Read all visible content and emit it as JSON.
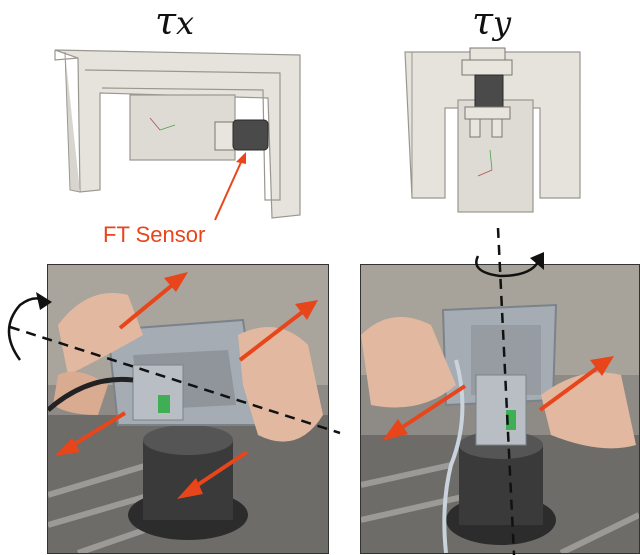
{
  "title_left_base": "τ",
  "title_left_sub": "x",
  "title_right_base": "τ",
  "title_right_sub": "y",
  "sensor_label": "FT Sensor",
  "colors": {
    "arrow": "#e8451b",
    "frame_fill": "#e3e0d8",
    "frame_edge": "#9a9790",
    "sensor_dark": "#4a4a4a",
    "photo_background": "#8f8c87",
    "axis_line": "#111111"
  }
}
